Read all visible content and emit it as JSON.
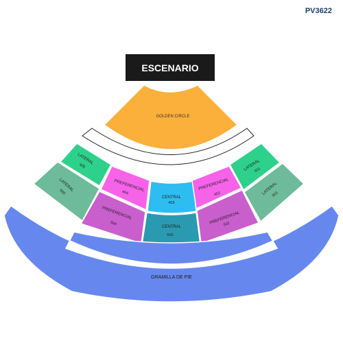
{
  "map_id": "PV3622",
  "stage": "ESCENARIO",
  "colors": {
    "golden": "#fbb03b",
    "lateral_front": "#2ed18b",
    "lateral_back": "#6dbb9a",
    "preferencial_front": "#f663e9",
    "preferencial_back": "#c95fcc",
    "central_front": "#2ebdf0",
    "central_back": "#2a9ab0",
    "gramilla": "#6688ee"
  },
  "sections": {
    "golden": {
      "label": "GOLDEN CIRCLE"
    },
    "lateral_405": {
      "label": "LATERAL",
      "number": "405"
    },
    "lateral_505": {
      "label": "LATERAL",
      "number": "505"
    },
    "pref_404": {
      "label": "PREFERENCIAL",
      "number": "404"
    },
    "pref_504": {
      "label": "PREFERENCIAL",
      "number": "504"
    },
    "central_403": {
      "label": "CENTRAL",
      "number": "403"
    },
    "central_503": {
      "label": "CENTRAL",
      "number": "503"
    },
    "pref_402": {
      "label": "PREFERENCIAL",
      "number": "402"
    },
    "pref_502": {
      "label": "PREFERENCIAL",
      "number": "502"
    },
    "lateral_401": {
      "label": "LATERAL",
      "number": "401"
    },
    "lateral_501": {
      "label": "LATERAL",
      "number": "501"
    },
    "gramilla": {
      "label": "GRAMILLA DE PIE"
    }
  }
}
